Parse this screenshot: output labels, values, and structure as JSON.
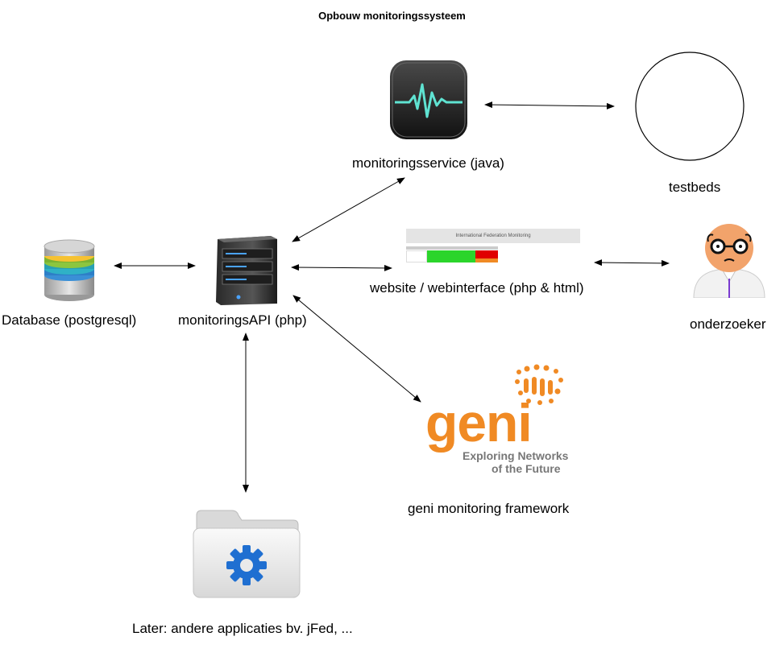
{
  "title": "Opbouw monitoringssysteem",
  "nodes": {
    "monitoringsservice": "monitoringsservice (java)",
    "testbeds": "testbeds",
    "database": "Database (postgresql)",
    "api": "monitoringsAPI (php)",
    "website": "website / webinterface (php & html)",
    "onderzoeker": "onderzoeker",
    "geni": "geni monitoring framework",
    "later": "Later: andere applicaties bv. jFed, ..."
  },
  "website_thumbnail": {
    "header": "International Federation Monitoring"
  },
  "geni_logo": {
    "wordmark": "geni",
    "tagline_1": "Exploring Networks",
    "tagline_2": "of the Future",
    "color": "#f08a24"
  }
}
